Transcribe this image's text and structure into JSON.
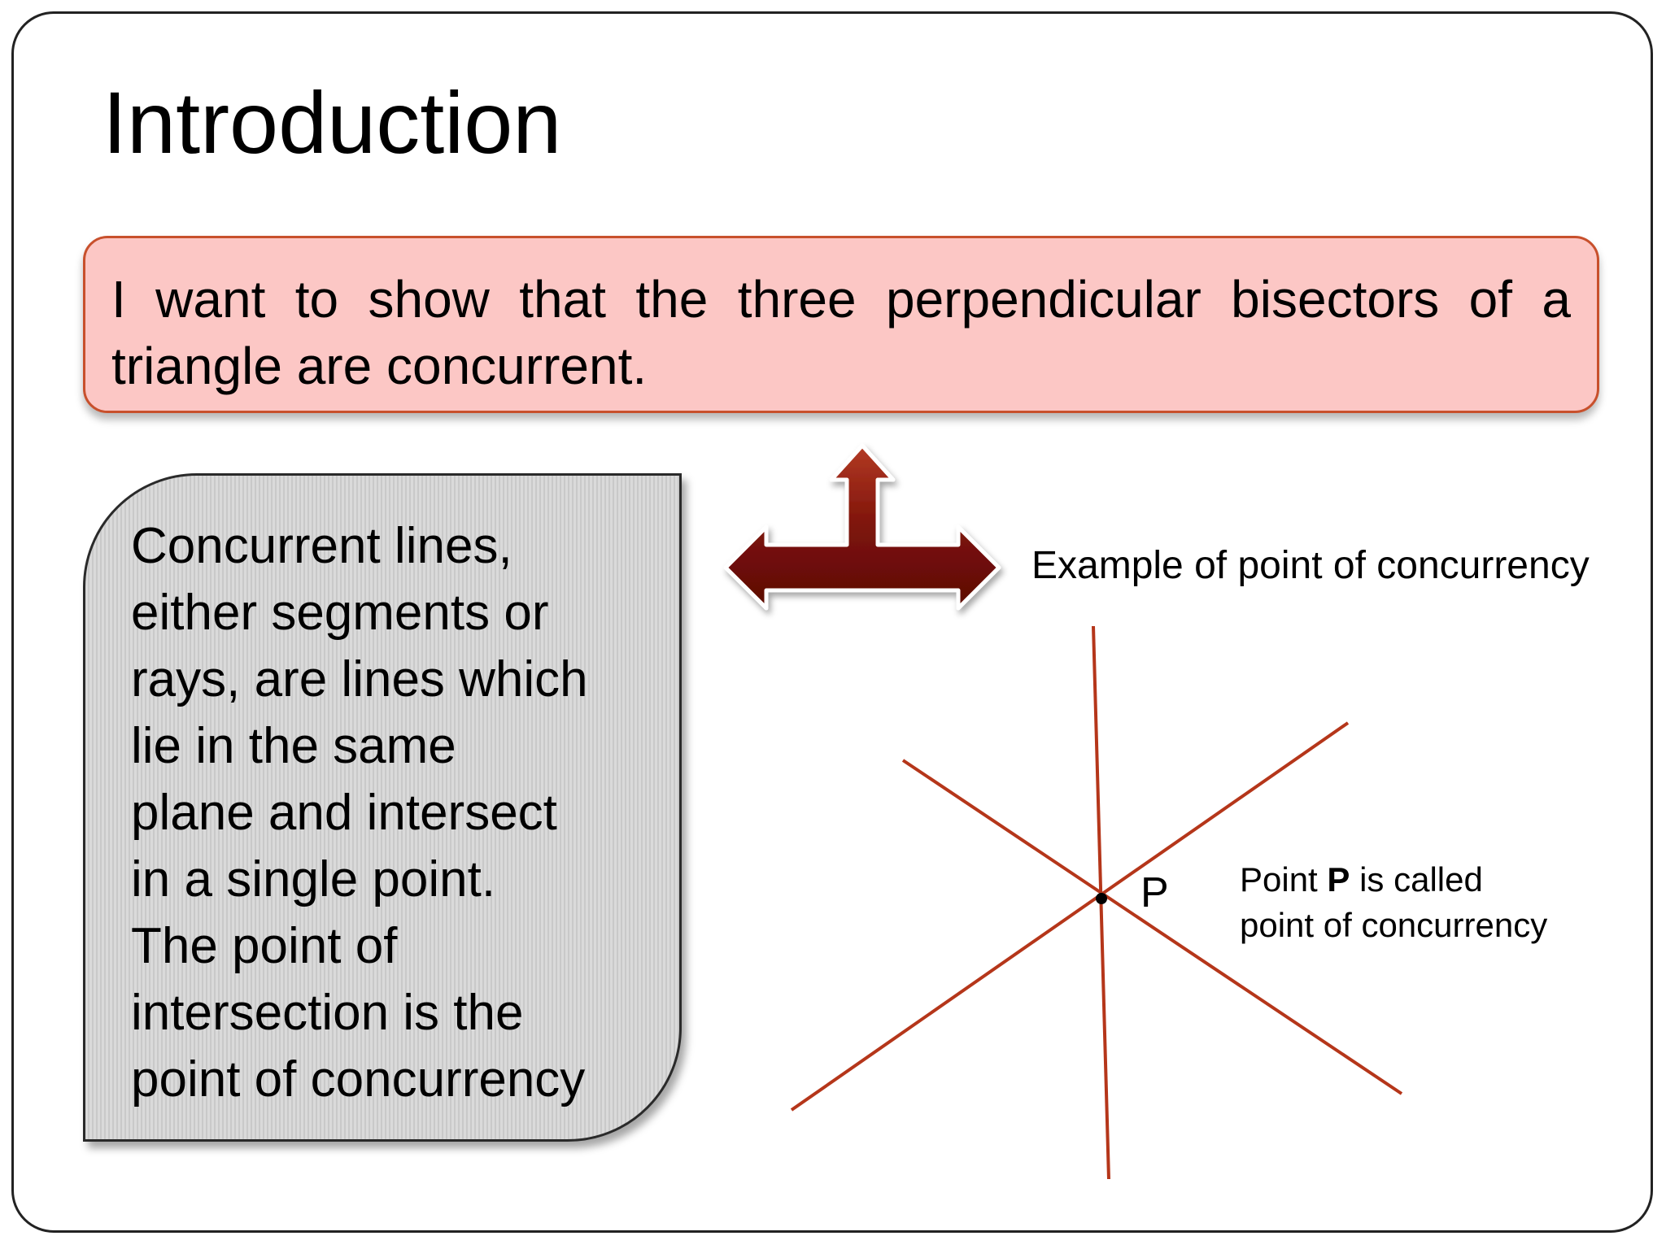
{
  "title": "Introduction",
  "statement": "I want to show that the three perpendicular bisectors of a triangle are concurrent.",
  "definition": {
    "lines": [
      "Concurrent lines,",
      "either segments or",
      "rays, are lines which",
      "lie in the same",
      "plane and intersect",
      "in a single point.",
      "The point of",
      "intersection is the",
      "point of concurrency"
    ]
  },
  "example_label": "Example of point of concurrency",
  "diagram": {
    "point_label": "P",
    "caption_prefix": "Point ",
    "caption_bold": "P",
    "caption_rest": " is called",
    "caption_line2": "point of concurrency",
    "line_color": "#b5361a"
  },
  "colors": {
    "statement_fill": "#fcc7c5",
    "statement_border": "#c8502c",
    "definition_fill": "#d4d4d4",
    "arrow_fill": "#8b1a0e"
  },
  "icons": [
    "three-way-arrow-icon"
  ]
}
